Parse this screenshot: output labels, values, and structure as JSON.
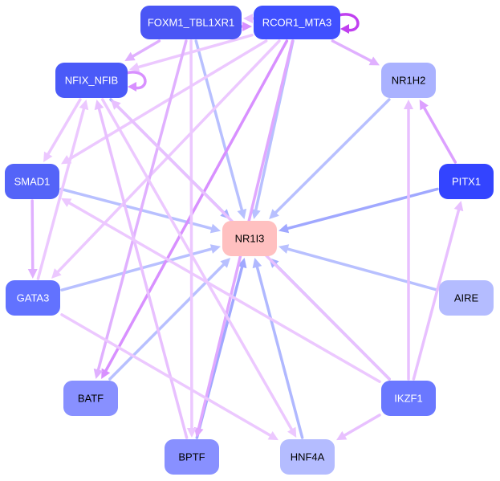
{
  "nodes": [
    {
      "id": "FOXM1_TBL1XR1",
      "label": "FOXM1_TBL1XR1",
      "color": "#4a56f5",
      "text": "#ffffff"
    },
    {
      "id": "RCOR1_MTA3",
      "label": "RCOR1_MTA3",
      "color": "#4050ff",
      "text": "#ffffff"
    },
    {
      "id": "NFIX_NFIB",
      "label": "NFIX_NFIB",
      "color": "#4a5af8",
      "text": "#ffffff"
    },
    {
      "id": "NR1H2",
      "label": "NR1H2",
      "color": "#aab2ff",
      "text": "#000000"
    },
    {
      "id": "SMAD1",
      "label": "SMAD1",
      "color": "#5464f8",
      "text": "#ffffff"
    },
    {
      "id": "PITX1",
      "label": "PITX1",
      "color": "#3344ff",
      "text": "#ffffff"
    },
    {
      "id": "NR1I3",
      "label": "NR1I3",
      "color": "#ffc0c0",
      "text": "#000000"
    },
    {
      "id": "GATA3",
      "label": "GATA3",
      "color": "#6272ff",
      "text": "#ffffff"
    },
    {
      "id": "AIRE",
      "label": "AIRE",
      "color": "#b4bcff",
      "text": "#000000"
    },
    {
      "id": "BATF",
      "label": "BATF",
      "color": "#8890ff",
      "text": "#000000"
    },
    {
      "id": "IKZF1",
      "label": "IKZF1",
      "color": "#6a78ff",
      "text": "#ffffff"
    },
    {
      "id": "BPTF",
      "label": "BPTF",
      "color": "#8890ff",
      "text": "#000000"
    },
    {
      "id": "HNF4A",
      "label": "HNF4A",
      "color": "#b4bcff",
      "text": "#000000"
    }
  ],
  "edges": [
    {
      "from": "FOXM1_TBL1XR1",
      "to": "NR1I3",
      "color": "#b8c0ff"
    },
    {
      "from": "RCOR1_MTA3",
      "to": "NR1I3",
      "color": "#b8c0ff"
    },
    {
      "from": "NFIX_NFIB",
      "to": "NR1I3",
      "color": "#a8b0ff"
    },
    {
      "from": "NR1H2",
      "to": "NR1I3",
      "color": "#b8c0ff"
    },
    {
      "from": "PITX1",
      "to": "NR1I3",
      "color": "#a0a8ff"
    },
    {
      "from": "SMAD1",
      "to": "NR1I3",
      "color": "#b8c0ff"
    },
    {
      "from": "GATA3",
      "to": "NR1I3",
      "color": "#b8c0ff"
    },
    {
      "from": "AIRE",
      "to": "NR1I3",
      "color": "#b8c0ff"
    },
    {
      "from": "BATF",
      "to": "NR1I3",
      "color": "#b8c0ff"
    },
    {
      "from": "BPTF",
      "to": "NR1I3",
      "color": "#a0a8ff"
    },
    {
      "from": "HNF4A",
      "to": "NR1I3",
      "color": "#b0b8ff"
    },
    {
      "from": "IKZF1",
      "to": "NR1I3",
      "color": "#a8b0ff"
    },
    {
      "from": "FOXM1_TBL1XR1",
      "to": "RCOR1_MTA3",
      "color": "#d890ff"
    },
    {
      "from": "RCOR1_MTA3",
      "to": "FOXM1_TBL1XR1",
      "color": "#e8c0ff"
    },
    {
      "from": "FOXM1_TBL1XR1",
      "to": "NFIX_NFIB",
      "color": "#e0b0ff"
    },
    {
      "from": "RCOR1_MTA3",
      "to": "NR1H2",
      "color": "#e0b0ff"
    },
    {
      "from": "RCOR1_MTA3",
      "to": "NFIX_NFIB",
      "color": "#ecc8ff"
    },
    {
      "from": "RCOR1_MTA3",
      "to": "SMAD1",
      "color": "#ecc8ff"
    },
    {
      "from": "RCOR1_MTA3",
      "to": "GATA3",
      "color": "#ecc8ff"
    },
    {
      "from": "RCOR1_MTA3",
      "to": "BATF",
      "color": "#d890ff"
    },
    {
      "from": "RCOR1_MTA3",
      "to": "BPTF",
      "color": "#e0a8ff"
    },
    {
      "from": "FOXM1_TBL1XR1",
      "to": "BATF",
      "color": "#e0b0ff"
    },
    {
      "from": "FOXM1_TBL1XR1",
      "to": "BPTF",
      "color": "#ecc8ff"
    },
    {
      "from": "NFIX_NFIB",
      "to": "SMAD1",
      "color": "#ecc8ff"
    },
    {
      "from": "GATA3",
      "to": "NFIX_NFIB",
      "color": "#ecc8ff"
    },
    {
      "from": "SMAD1",
      "to": "GATA3",
      "color": "#e0b0ff"
    },
    {
      "from": "BPTF",
      "to": "NFIX_NFIB",
      "color": "#e8c0ff"
    },
    {
      "from": "IKZF1",
      "to": "NFIX_NFIB",
      "color": "#e8c0ff"
    },
    {
      "from": "IKZF1",
      "to": "SMAD1",
      "color": "#ecc8ff"
    },
    {
      "from": "NFIX_NFIB",
      "to": "HNF4A",
      "color": "#ecc8ff"
    },
    {
      "from": "GATA3",
      "to": "HNF4A",
      "color": "#ecc8ff"
    },
    {
      "from": "IKZF1",
      "to": "NR1H2",
      "color": "#e8c0ff"
    },
    {
      "from": "IKZF1",
      "to": "PITX1",
      "color": "#e8c0ff"
    },
    {
      "from": "IKZF1",
      "to": "HNF4A",
      "color": "#e8c0ff"
    },
    {
      "from": "PITX1",
      "to": "NR1H2",
      "color": "#dca0ff"
    }
  ],
  "self_loops": [
    {
      "node": "RCOR1_MTA3",
      "color": "#c040f0"
    },
    {
      "node": "NFIX_NFIB",
      "color": "#d890ff"
    }
  ]
}
